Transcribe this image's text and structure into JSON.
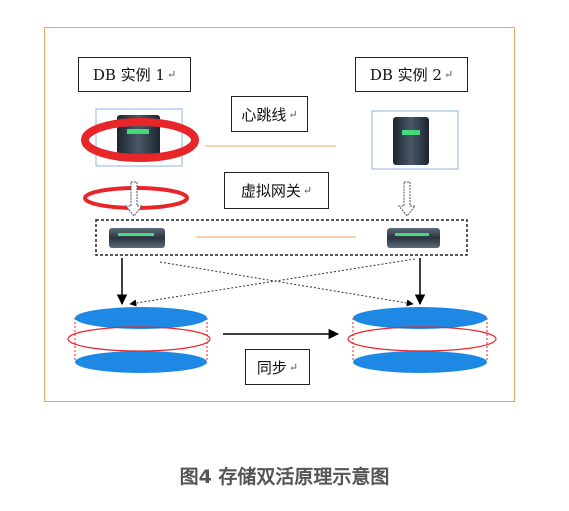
{
  "labels": {
    "db1": "DB 实例 1",
    "db2": "DB 实例 2",
    "heartbeat": "心跳线",
    "vip": "虚拟网关",
    "sync": "同步",
    "return_mark": "↵"
  },
  "caption": "图4 存储双活原理示意图",
  "colors": {
    "frame": "#f0a35a",
    "highlight_ring": "#e8262a",
    "disk": "#1e88e5",
    "heartbeat_line": "#f0a35a"
  }
}
